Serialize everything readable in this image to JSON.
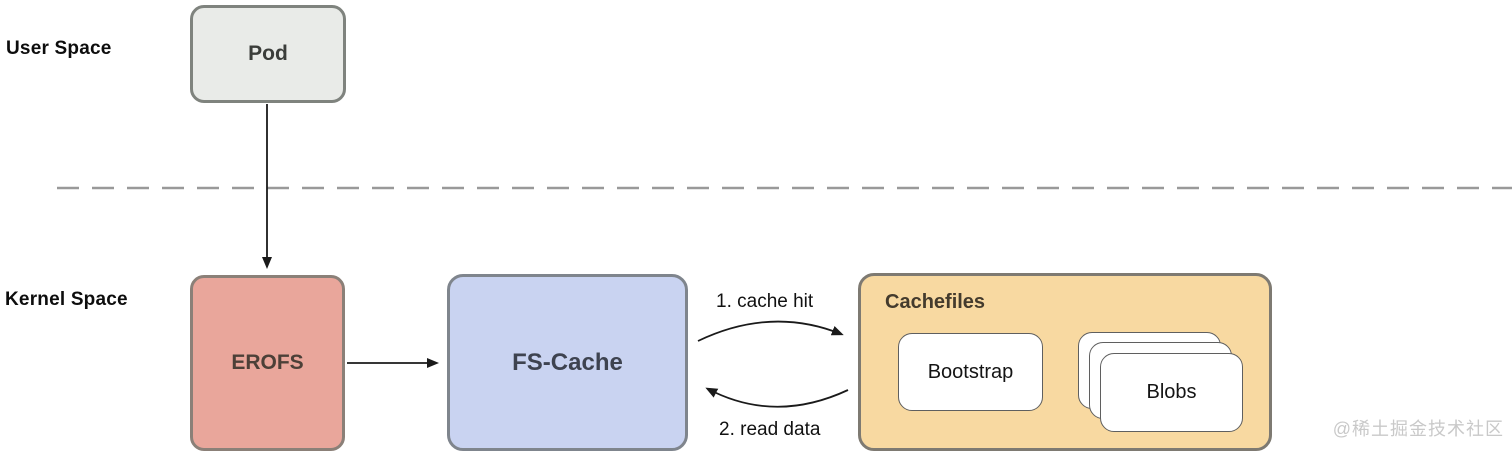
{
  "diagram": {
    "title_context": "EROFS over FS-Cache architecture",
    "user_space_label": "User Space",
    "kernel_space_label": "Kernel Space",
    "nodes": {
      "pod": "Pod",
      "erofs": "EROFS",
      "fscache": "FS-Cache",
      "cachefiles": "Cachefiles",
      "bootstrap": "Bootstrap",
      "blobs": "Blobs"
    },
    "edges": {
      "pod_to_erofs": "",
      "erofs_to_fscache": "",
      "cache_hit": "1. cache hit",
      "read_data": "2. read data"
    },
    "colors": {
      "pod_fill": "#e9ebe8",
      "erofs_fill": "#e9a69b",
      "fscache_fill": "#c9d3f1",
      "cachefiles_fill": "#f8d9a1",
      "card_fill": "#ffffff",
      "box_border": "#7f837e",
      "dashed_divider": "#999999",
      "arrow": "#1a1a1a",
      "watermark": "#c9c9c9"
    }
  },
  "watermark": "@稀土掘金技术社区"
}
